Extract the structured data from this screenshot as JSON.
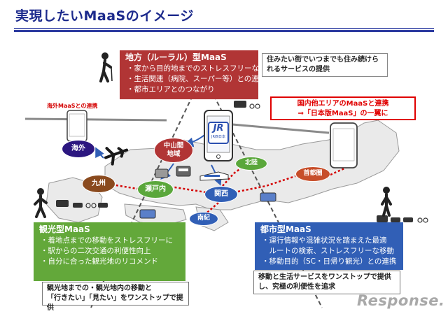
{
  "title": "実現したいMaaSのイメージ",
  "rural_panel": {
    "heading": "地方（ルーラル）型MaaS",
    "items": [
      "・家から目的地までのストレスフリーな移動",
      "・生活関連（病院、スーパー等）との連携",
      "・都市エリアとのつながり"
    ]
  },
  "note_top_right": {
    "line1": "住みたい街でいつまでも住み続けら",
    "line2": "れるサービスの提供"
  },
  "note_red": {
    "line1": "国内他エリアのMaaSと連携",
    "line2": "⇒「日本版MaaS」の一翼に"
  },
  "overseas_label": "海外MaaSとの連携",
  "phone_logo": {
    "mark": "JR",
    "sub": "JR西日本"
  },
  "bubbles": {
    "kaigai": "海外",
    "kyushu": "九州",
    "setouchi": "瀬戸内",
    "chusankan_line1": "中山間",
    "chusankan_line2": "地域",
    "hokuriku": "北陸",
    "shutoken": "首都圏",
    "kansai": "関西",
    "nanki": "南紀"
  },
  "tourism_panel": {
    "heading": "観光型MaaS",
    "items": [
      "・着地点までの移動をストレスフリーに",
      "・駅からの二次交通の利便性向上",
      "・自分に合った観光地のリコメンド"
    ]
  },
  "note_bottom_left": {
    "line1": "観光地までの・観光地内の移動と",
    "line2": "「行きたい」「見たい」をワンストップで提供"
  },
  "urban_panel": {
    "heading": "都市型MaaS",
    "items": [
      "・運行情報や混雑状況を踏まえた最適",
      "　ルートの検索、ストレスフリーな移動",
      "・移動目的（SC・日帰り観光）との連携"
    ]
  },
  "note_bottom_right": {
    "line1": "移動と生活サービスをワンストップで提供",
    "line2": "し、究極の利便性を追求"
  },
  "logo": "Response.",
  "colors": {
    "title_blue": "#1c2a8c",
    "rural_red": "#b13535",
    "tourism_green": "#63a83a",
    "urban_blue": "#315fb6",
    "alert_red": "#e00000",
    "map_land": "#ededed",
    "map_road": "#8a8a8a"
  },
  "icons": [
    "elderly-person-icon",
    "person-standing-icon",
    "person-walking-icon",
    "smartphone-icon",
    "airplane-icon",
    "shinkansen-icon",
    "train-icon",
    "bus-icon",
    "car-icon",
    "bicycle-icon",
    "taxi-icon"
  ]
}
